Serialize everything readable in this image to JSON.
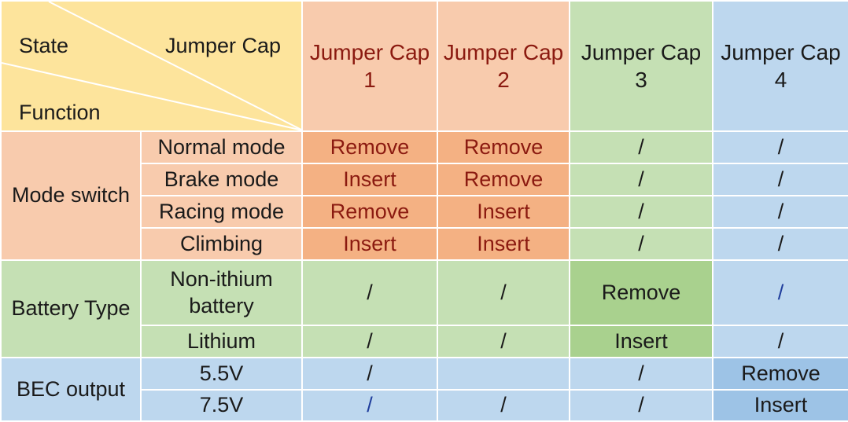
{
  "header": {
    "corner_state": "State",
    "corner_jumper": "Jumper Cap",
    "corner_function": "Function",
    "columns": [
      {
        "line1": "Jumper Cap",
        "line2": "1"
      },
      {
        "line1": "Jumper Cap",
        "line2": "2"
      },
      {
        "line1": "Jumper Cap",
        "line2": "3"
      },
      {
        "line1": "Jumper Cap",
        "line2": "4"
      }
    ]
  },
  "groups": {
    "mode_switch": {
      "label": "Mode switch",
      "rows": [
        {
          "name": "Normal mode",
          "cells": [
            "Remove",
            "Remove",
            "/",
            "/"
          ]
        },
        {
          "name": "Brake mode",
          "cells": [
            "Insert",
            "Remove",
            "/",
            "/"
          ]
        },
        {
          "name": "Racing mode",
          "cells": [
            "Remove",
            "Insert",
            "/",
            "/"
          ]
        },
        {
          "name": "Climbing",
          "cells": [
            "Insert",
            "Insert",
            "/",
            "/"
          ]
        }
      ]
    },
    "battery_type": {
      "label": "Battery Type",
      "rows": [
        {
          "name_line1": "Non-ithium",
          "name_line2": "battery",
          "cells": [
            "/",
            "/",
            "Remove",
            "/"
          ]
        },
        {
          "name": "Lithium",
          "cells": [
            "/",
            "/",
            "Insert",
            "/"
          ]
        }
      ]
    },
    "bec_output": {
      "label": "BEC output",
      "rows": [
        {
          "name": "5.5V",
          "cells": [
            "/",
            "",
            "/",
            "Remove"
          ]
        },
        {
          "name": "7.5V",
          "cells": [
            "/",
            "/",
            "/",
            "Insert"
          ]
        }
      ]
    }
  },
  "colors": {
    "header_yellow": "#fde49c",
    "peach": "#f8cbad",
    "orange": "#f4b183",
    "light_green": "#c5e0b4",
    "dark_green": "#a9d18e",
    "light_blue": "#bdd7ee",
    "dark_blue": "#9dc3e6",
    "text_red": "#8b1a10",
    "text_navy": "#1f3d9c"
  }
}
